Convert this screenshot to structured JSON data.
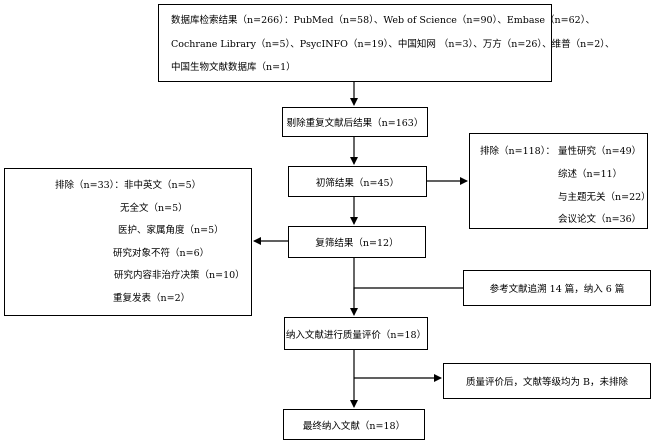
{
  "boxes": {
    "databases": {
      "line1": "数据库检索结果（n=266）：PubMed（n=58）、Web of Science（n=90）、Embase（n=62）、",
      "line2": "Cochrane Library（n=5）、PsycINFO（n=19）、中国知网 （n=3）、万方（n=26）、维普（n=2）、",
      "line3": "中国生物文献数据库（n=1）"
    },
    "dedup": "剔除重复文献后结果（n=163）",
    "initial": "初筛结果（n=45）",
    "excluded_initial": {
      "label": "排除（n=118）：",
      "items": [
        "量性研究（n=49）",
        "综述（n=11）",
        "与主题无关（n=22）",
        "会议论文（n=36）"
      ]
    },
    "recheck": "复筛结果（n=12）",
    "excluded_recheck": {
      "label": "排除（n=33）：",
      "items": [
        "非中英文（n=5）",
        "无全文（n=5）",
        "医护、家属角度（n=5）",
        "研究对象不符（n=6）",
        "研究内容非治疗决策（n=10）",
        "重复发表（n=2）"
      ]
    },
    "references": "参考文献追溯 14 篇，纳入 6 篇",
    "quality": "纳入文献进行质量评价（n=18）",
    "quality_result": "质量评价后，文献等级均为 B，未排除",
    "final": "最终纳入文献（n=18）"
  }
}
